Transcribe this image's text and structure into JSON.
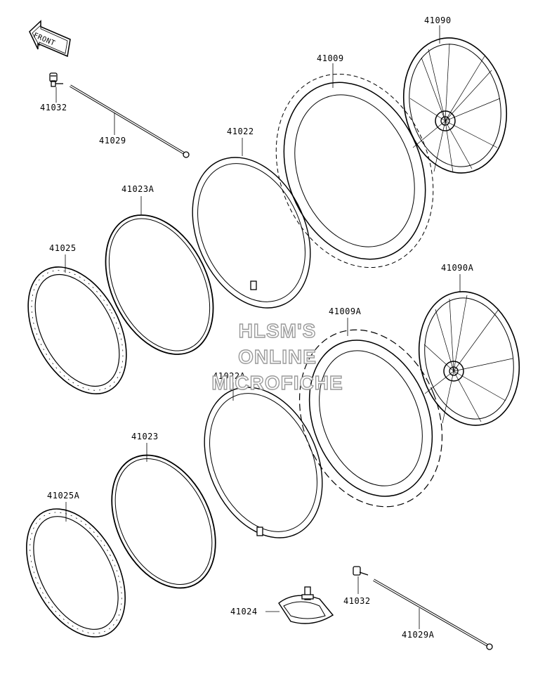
{
  "front_label": "FRONT",
  "parts": {
    "p41090": "41090",
    "p41009": "41009",
    "p41032_top": "41032",
    "p41029": "41029",
    "p41022": "41022",
    "p41023A": "41023A",
    "p41025": "41025",
    "p41090A": "41090A",
    "p41009A": "41009A",
    "p41022A": "41022A",
    "p41023": "41023",
    "p41025A": "41025A",
    "p41032_bottom": "41032",
    "p41024": "41024",
    "p41029A": "41029A"
  },
  "watermark": {
    "line1": "HLSM'S",
    "line2": "ONLINE",
    "line3": "MICROFICHE"
  },
  "colors": {
    "ink": "#000000",
    "watermark_outline": "#9a9a9a",
    "background": "#ffffff"
  }
}
